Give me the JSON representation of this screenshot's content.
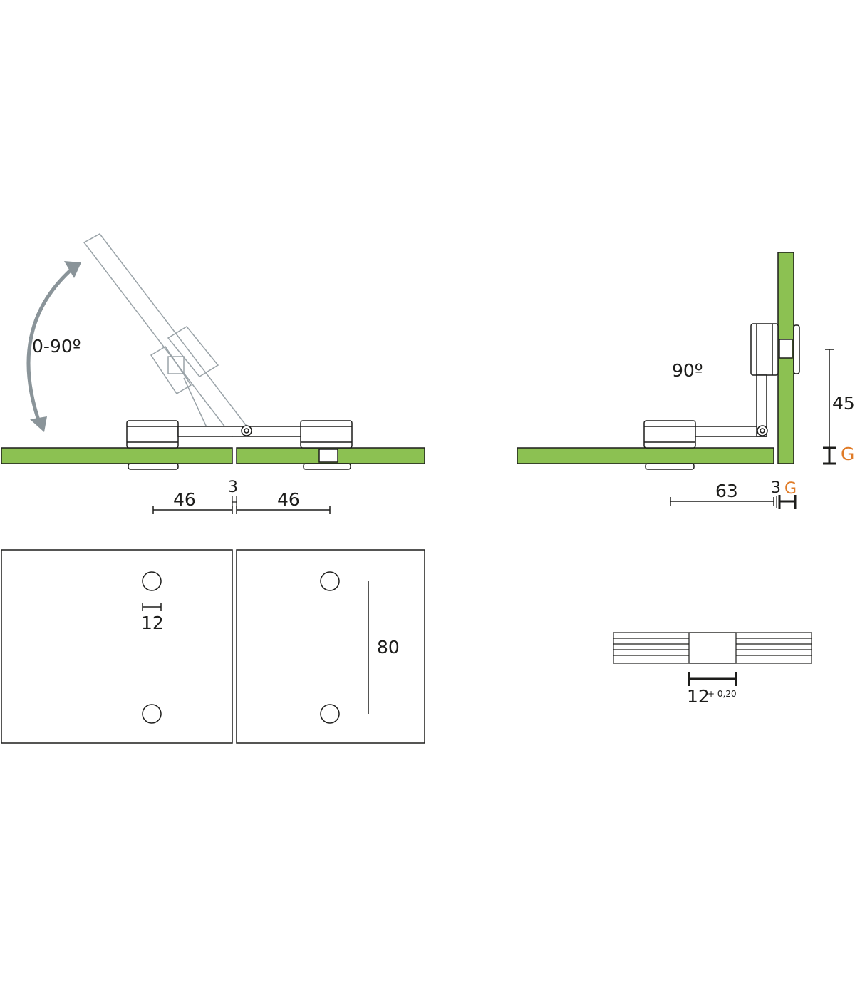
{
  "colors": {
    "glass": "#8cc152",
    "outline": "#1d1d1b",
    "ghost": "#9aa3a8",
    "arrow": "#8a9499",
    "accent": "#e07b27"
  },
  "labels": {
    "rotation_range": "0-90º",
    "angle_90": "90º",
    "dim_46_left": "46",
    "dim_3_gap": "3",
    "dim_46_right": "46",
    "dim_45": "45",
    "dim_g_vertical": "G",
    "dim_63": "63",
    "dim_3_right": "3",
    "dim_g_horizontal": "G",
    "dim_12_hole": "12",
    "dim_80": "80",
    "dim_12_slot": "12",
    "tolerance": "+ 0,20"
  }
}
